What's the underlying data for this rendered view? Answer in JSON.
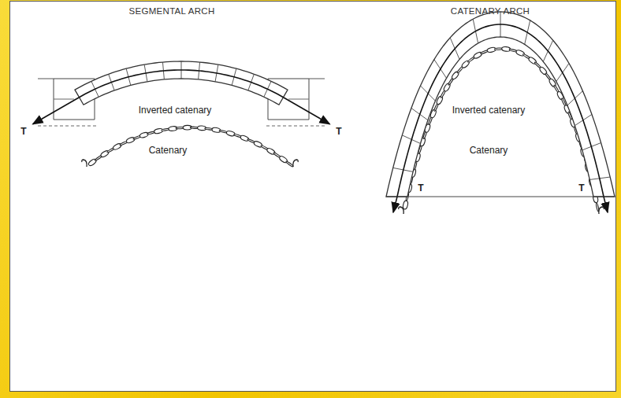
{
  "diagram": {
    "labels": [
      "SEGMENTAL ARCH",
      "CATENARY ARCH",
      "Inverted catenary",
      "Catenary",
      "T",
      "T",
      "Inverted catenary",
      "Catenary",
      "T",
      "T"
    ]
  }
}
